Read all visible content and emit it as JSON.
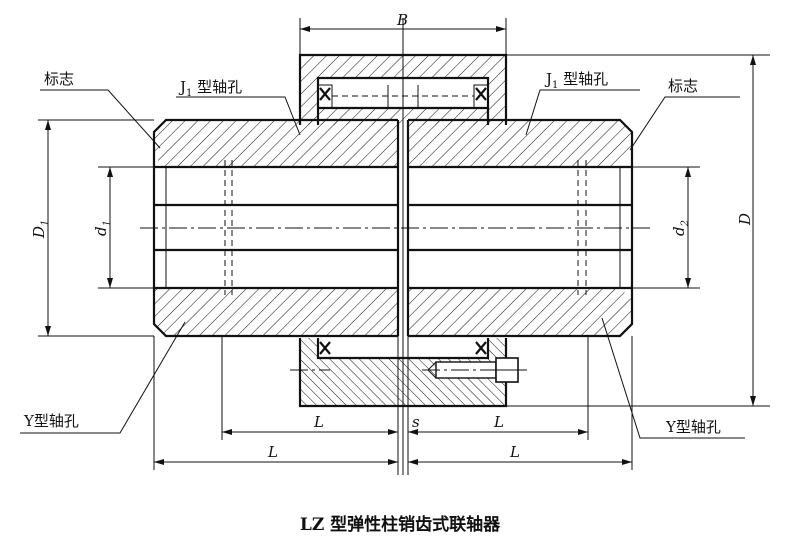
{
  "labels": {
    "mark_left": "标志",
    "mark_right": "标志",
    "j1_bore_left": "J",
    "j1_bore_left_sub": "1",
    "j1_bore_left_rest": " 型轴孔",
    "j1_bore_right": "J",
    "j1_bore_right_sub": "1",
    "j1_bore_right_rest": " 型轴孔",
    "y_bore_left": "Y型轴孔",
    "y_bore_right": "Y型轴孔"
  },
  "dimensions": {
    "B": "B",
    "D": "D",
    "D1_main": "D",
    "D1_sub": "1",
    "d1_main": "d",
    "d1_sub": "1",
    "d2_main": "d",
    "d2_sub": "2",
    "L_inner_left": "L",
    "s": "s",
    "L_inner_right": "L",
    "L_outer_left": "L",
    "L_outer_right": "L"
  },
  "caption": "LZ 型弹性柱销齿式联轴器"
}
